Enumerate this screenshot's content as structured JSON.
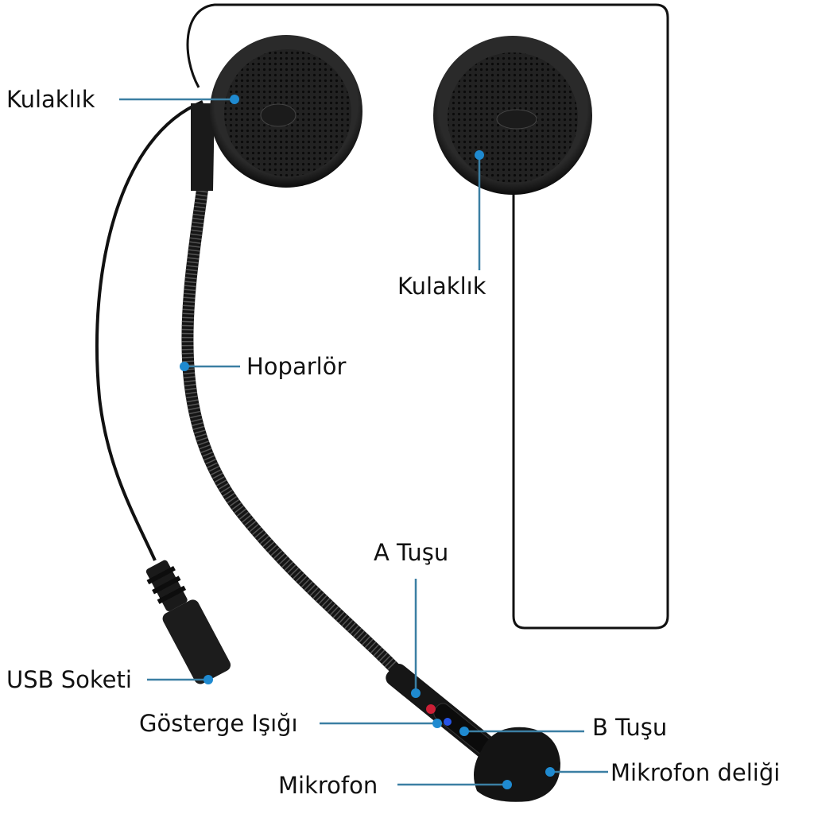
{
  "labels": {
    "earphone_left": "Kulaklık",
    "earphone_right": "Kulaklık",
    "speaker": "Hoparlör",
    "button_a": "A Tuşu",
    "usb_socket": "USB Soketi",
    "indicator_light": "Gösterge Işığı",
    "button_b": "B Tuşu",
    "microphone": "Mikrofon",
    "microphone_hole": "Mikrofon deliği"
  },
  "colors": {
    "leader_line": "#3b7fa3",
    "leader_dot": "#1f8ad0",
    "device": "#1a1a1a",
    "led_red": "#e0203a",
    "led_blue": "#2a5cff"
  }
}
